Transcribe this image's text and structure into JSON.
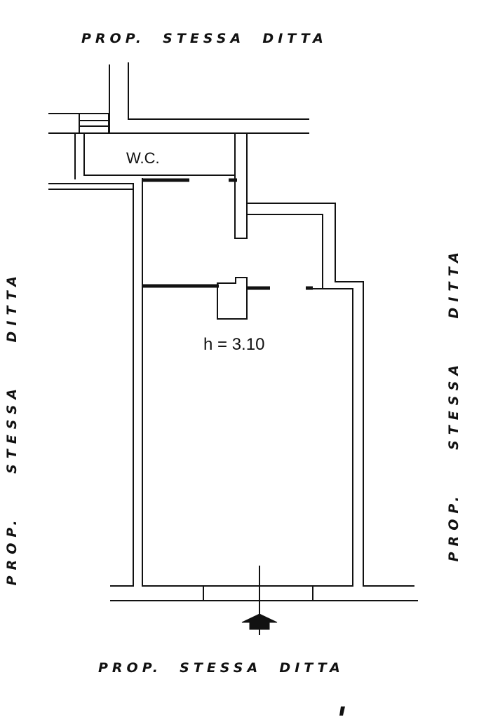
{
  "labels": {
    "top": "PROP.  STESSA  DITTA",
    "bottom": "PROP.  STESSA  DITTA",
    "left": "PROP.    STESSA    DITTA",
    "right": "PROP.    STESSA    DITTA"
  },
  "rooms": {
    "wc": "W.C.",
    "height": "h = 3.10"
  },
  "colors": {
    "ink": "#111111",
    "paper": "#ffffff"
  }
}
